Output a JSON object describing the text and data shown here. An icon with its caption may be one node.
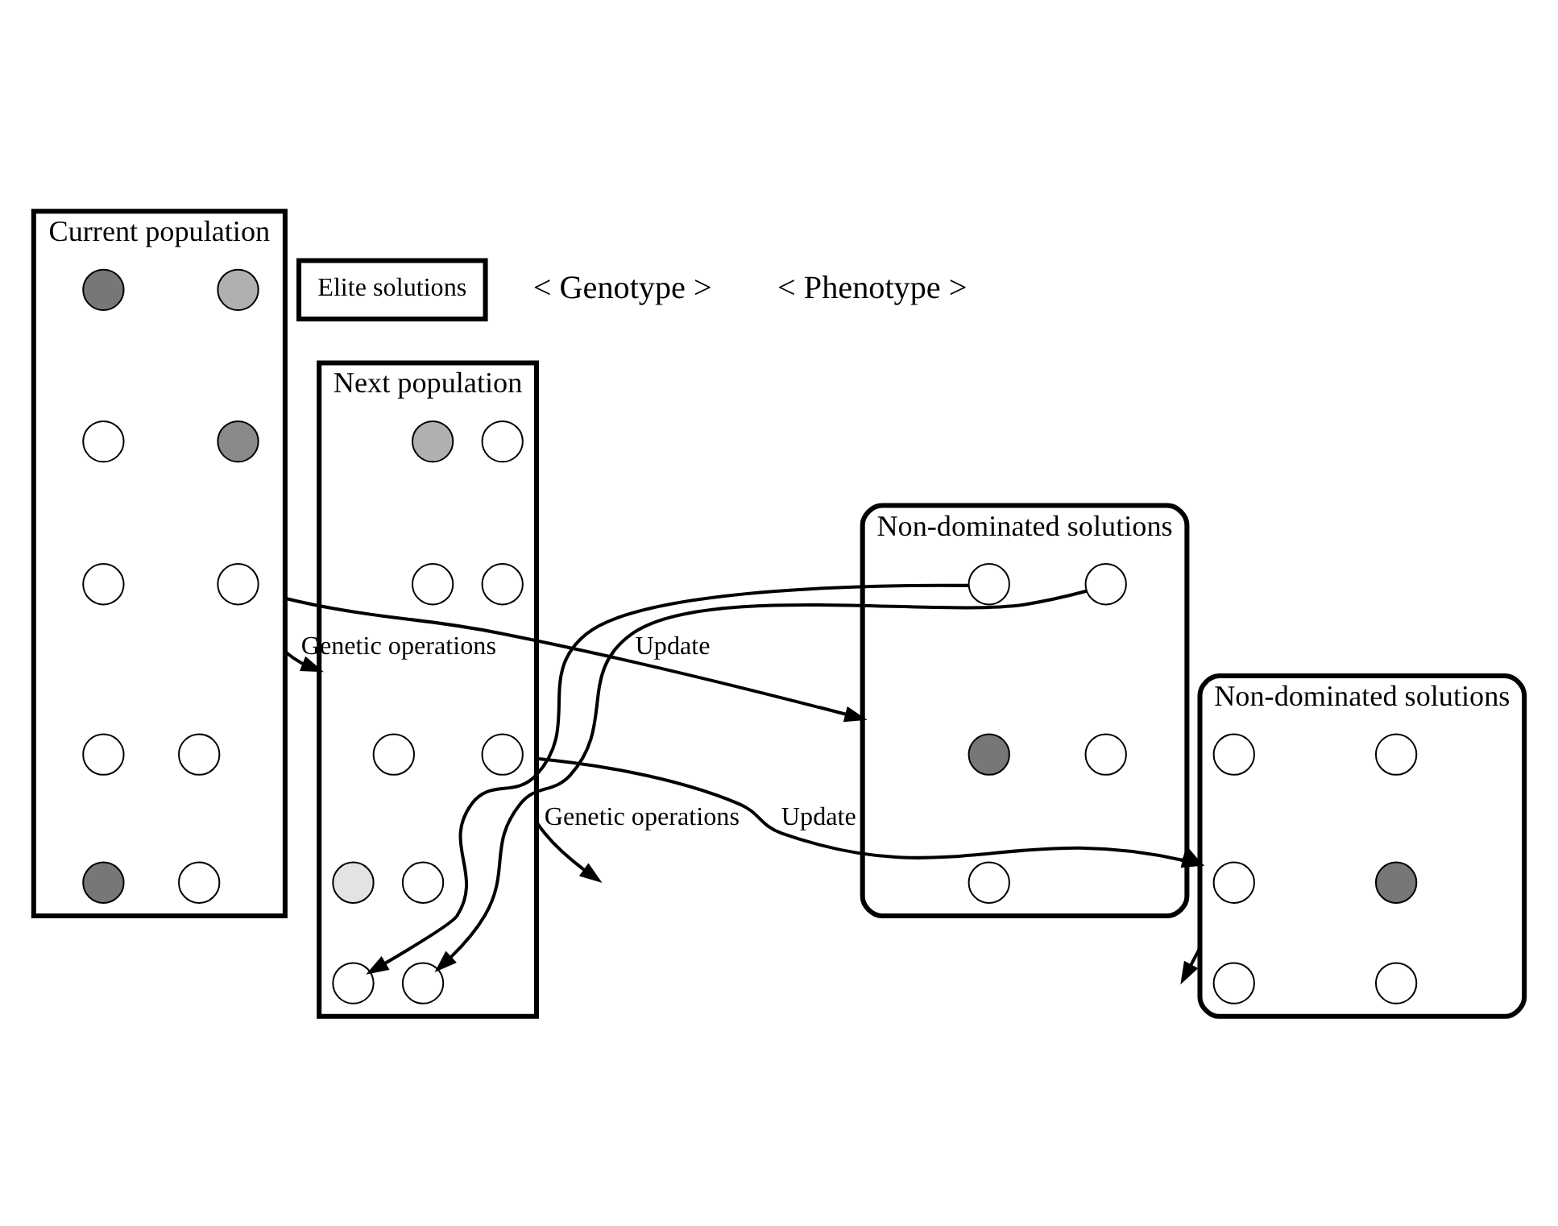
{
  "diagram": {
    "nodes": [
      {
        "text": [
          "Current population"
        ]
      },
      {
        "text": [],
        "shape": "circle",
        "in": 0
      },
      {
        "text": [],
        "shape": "circle",
        "in": 0
      },
      {
        "text": [],
        "shape": "circle",
        "in": 0
      },
      {
        "text": [],
        "shape": "circle",
        "in": 0
      },
      {
        "text": [],
        "shape": "circle",
        "in": 0
      },
      {
        "text": [],
        "shape": "circle",
        "in": 0
      },
      {
        "text": [],
        "shape": "circle",
        "in": 0
      },
      {
        "text": [],
        "shape": "circle",
        "in": 0
      },
      {
        "text": [],
        "shape": "circle",
        "in": 0
      },
      {
        "text": [],
        "shape": "circle",
        "in": 0
      },
      {
        "text": [
          "Next population"
        ]
      },
      {
        "text": [],
        "shape": "circle",
        "in": 11
      },
      {
        "text": [],
        "shape": "circle",
        "in": 11
      },
      {
        "text": [],
        "shape": "circle",
        "in": 11
      },
      {
        "text": [],
        "shape": "circle",
        "in": 11
      },
      {
        "text": [],
        "shape": "circle",
        "in": 11
      },
      {
        "text": [],
        "shape": "circle",
        "in": 11
      },
      {
        "text": [],
        "shape": "circle",
        "in": 11
      },
      {
        "text": [],
        "shape": "circle",
        "in": 11
      },
      {
        "text": [],
        "shape": "circle",
        "in": 11
      },
      {
        "text": [],
        "shape": "circle",
        "in": 11
      },
      {
        "text": [
          "Elite solutions"
        ]
      },
      {
        "text": [
          "Non-dominated solutions"
        ]
      },
      {
        "text": [],
        "shape": "circle",
        "in": 23
      },
      {
        "text": [],
        "shape": "circle",
        "in": 23
      },
      {
        "text": [],
        "shape": "circle",
        "in": 23
      },
      {
        "text": [],
        "shape": "circle",
        "in": 23
      },
      {
        "text": [],
        "shape": "circle",
        "in": 23
      },
      {
        "text": [
          "Non-dominated solutions"
        ]
      },
      {
        "text": [],
        "shape": "circle",
        "in": 29
      },
      {
        "text": [],
        "shape": "circle",
        "in": 29
      },
      {
        "text": [],
        "shape": "circle",
        "in": 29
      },
      {
        "text": [],
        "shape": "circle",
        "in": 29
      },
      {
        "text": [],
        "shape": "circle",
        "in": 29
      },
      {
        "text": [],
        "shape": "circle",
        "in": 29
      }
    ],
    "edges": [
      {
        "from": 0,
        "to": 11,
        "arrow": "to",
        "label": "Genetic operations"
      },
      {
        "from": 11,
        "to": null,
        "arrow": "to",
        "label": "Genetic operations"
      },
      {
        "from": 0,
        "to": 23,
        "arrow": "to",
        "label": "Update"
      },
      {
        "from": 11,
        "to": 29,
        "arrow": "to",
        "label": "Update"
      },
      {
        "from": 24,
        "to": 20,
        "arrow": "to"
      },
      {
        "from": 25,
        "to": 21,
        "arrow": "to"
      },
      {
        "from": 23,
        "to": 29,
        "arrow": "to"
      },
      {
        "from": 29,
        "to": null,
        "arrow": "to"
      }
    ],
    "labels": [
      "< Genotype >",
      "< Phenotype >"
    ]
  }
}
